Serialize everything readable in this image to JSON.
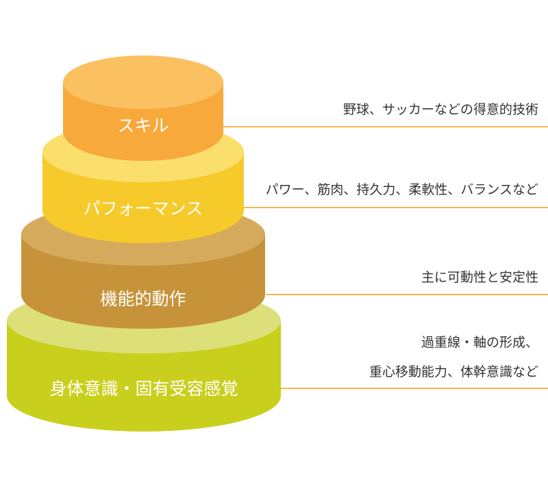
{
  "tiers": [
    {
      "title": "スキル",
      "description": [
        "野球、サッカーなどの得意的技術"
      ],
      "colors": {
        "side": "#f7a93b",
        "top": "#fbc161"
      }
    },
    {
      "title": "パフォーマンス",
      "description": [
        "パワー、筋肉、持久力、柔軟性、バランスなど"
      ],
      "colors": {
        "side": "#f6ca2a",
        "top": "#fbdf6c"
      }
    },
    {
      "title": "機能的動作",
      "description": [
        "主に可動性と安定性"
      ],
      "colors": {
        "side": "#c7933a",
        "top": "#d6aa5d"
      }
    },
    {
      "title": "身体意識・固有受容感覚",
      "description": [
        "過重線・軸の形成、",
        "重心移動能力、体幹意識など"
      ],
      "colors": {
        "side": "#c9cf1d",
        "top": "#dde078"
      }
    }
  ],
  "line_color": "#f3b552"
}
